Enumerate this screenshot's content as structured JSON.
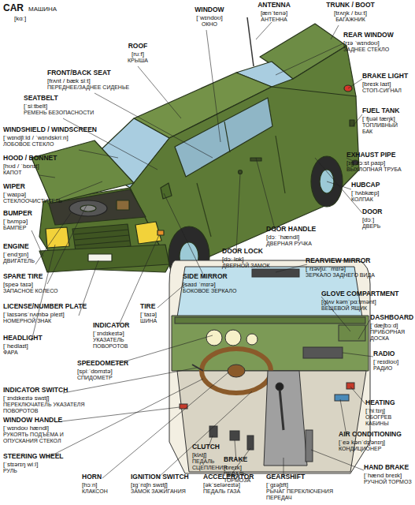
{
  "diagram": {
    "title": "CAR",
    "labels": [
      "МАШИНА",
      "[kɑː]",
      "WINDOW",
      "[ˈwɪndoʊ]",
      "ОКНО",
      "ANTENNA",
      "[ænˈtenə]",
      "АНТЕННА",
      "TRUNK / BOOT",
      "[trʌŋk / buːt]",
      "БАГАЖНИК",
      "ROOF",
      "[ruːf]",
      "КРЫША",
      "FRONT/BACK SEAT",
      "[frʌnt / bæk siːt]",
      "ПЕРЕДНЕЕ/ЗАДНЕЕ СИДЕНЬЕ",
      "REAR WINDOW",
      "[rɪə ˈwɪndoʊ]",
      "ЗАДНЕЕ СТЕКЛО",
      "SEATBELT",
      "[ˈsiːtbelt]",
      "РЕМЕНЬ БЕЗОПАСНОСТИ",
      "BRAKE LIGHT",
      "[breɪk laɪt]",
      "СТОП-СИГНАЛ",
      "WINDSHIELD / WINDSCREEN",
      "[ˈwɪndʃiːld / ˈwɪndskriːn]",
      "ЛОБОВОЕ СТЕКЛО",
      "FUEL TANK",
      "[ˈfjuəl tæŋk]",
      "ТОПЛИВНЫЙ БАК",
      "HOOD / BONNET",
      "[hʊd / ˈbɒnɪt]",
      "КАПОТ",
      "EXHAUST PIPE",
      "[ɪɡˈzɔːst paɪp]",
      "ВЫХЛОПНАЯ ТРУБА",
      "WIPER",
      "[ˈwaɪpə]",
      "СТЕКЛООЧИСТИТЕЛЬ",
      "HUBCAP",
      "[ˈhʌbkæp]",
      "КОЛПАК",
      "DOOR",
      "[dɔː]",
      "ДВЕРЬ",
      "BUMPER",
      "[ˈbʌmpə]",
      "БАМПЕР",
      "DOOR HANDLE",
      "[dɔː ˈhændl]",
      "ДВЕРНАЯ РУЧКА",
      "REARVIEW MIRROR",
      "[ˈrɪəvjuː ˈmɪrə]",
      "ЗЕРКАЛО ЗАДНЕГО ВИДА",
      "ENGINE",
      "[ˈendʒɪn]",
      "ДВИГАТЕЛЬ",
      "DOOR LOCK",
      "[dɔː lɒk]",
      "ДВЕРНОЙ ЗАМОК",
      "SIDE MIRROR",
      "[saɪd ˈmɪrə]",
      "БОКОВОЕ ЗЕРКАЛО",
      "GLOVE COMPARTMENT",
      "[ɡlʌv kəmˈpɑːtmənt]",
      "ВЕЩЕВОЙ ЯЩИК",
      "SPARE TIRE",
      "[speə taɪə]",
      "ЗАПАСНОЕ КОЛЕСО",
      "TIRE",
      "[ˈtaɪə]",
      "ШИНА",
      "LICENSE/NUMBER PLATE",
      "[ˈlaɪsənsˈnʌmbə pleɪt]",
      "НОМЕРНОЙ ЗНАК",
      "INDICATOR",
      "[ˈɪndɪkeɪtə]",
      "УКАЗАТЕЛЬ ПОВОРОТОВ",
      "DASHBOARD",
      "[ˈdæʃbɔːd]",
      "ПРИБОРНАЯ ДОСКА",
      "HEADLIGHT",
      "[ˈhedlaɪt]",
      "ФАРА",
      "RADIO",
      "[ˈreɪdioʊ]",
      "РАДИО",
      "SPEEDOMETER",
      "[spiːˈdɒmɪtə]",
      "СПИДОМЕТР",
      "INDICATOR SWITCH",
      "[ˈɪndɪkeɪtə swɪtʃ]",
      "ПЕРЕКЛЮЧАТЕЛЬ УКАЗАТЕЛЯ ПОВОРОТОВ",
      "HEATING",
      "[ˈhiːtɪŋ]",
      "ОБОГРЕВ КАБИНЫ",
      "WINDOW HANDLE",
      "[ˈwɪndoʊ hændl]",
      "РУКОЯТЬ ПОДЪЕМА И ОПУСКАНИЯ СТЕКОЛ",
      "AIR CONDITIONING",
      "[ˈeə kənˈdɪʃənɪŋ]",
      "КОНДИЦИОНЕР",
      "STEERING WHEEL",
      "[ˈstɪərɪŋ wiːl]",
      "РУЛЬ",
      "CLUTCH",
      "[klʌtʃ]",
      "ПЕДАЛЬ СЦЕПЛЕНИЯ",
      "HAND BRAKE",
      "[ˈhænd breɪk]",
      "РУЧНОЙ ТОРМОЗ",
      "BRAKE",
      "[breɪk]",
      "ПЕДАЛЬ ТОРМОЗА",
      "HORN",
      "[hɔːn]",
      "КЛАКСОН",
      "IGNITION SWITCH",
      "[ɪɡˈnɪʃn swɪtʃ]",
      "ЗАМОК ЗАЖИГАНИЯ",
      "ACCELERATOR",
      "[əkˈseləreɪtə]",
      "ПЕДАЛЬ ГАЗА",
      "GEARSHIFT",
      "[ˈɡɪəʃɪft]",
      "РЫЧАГ ПЕРЕКЛЮЧЕНИЯ ПЕРЕДАЧ"
    ]
  }
}
